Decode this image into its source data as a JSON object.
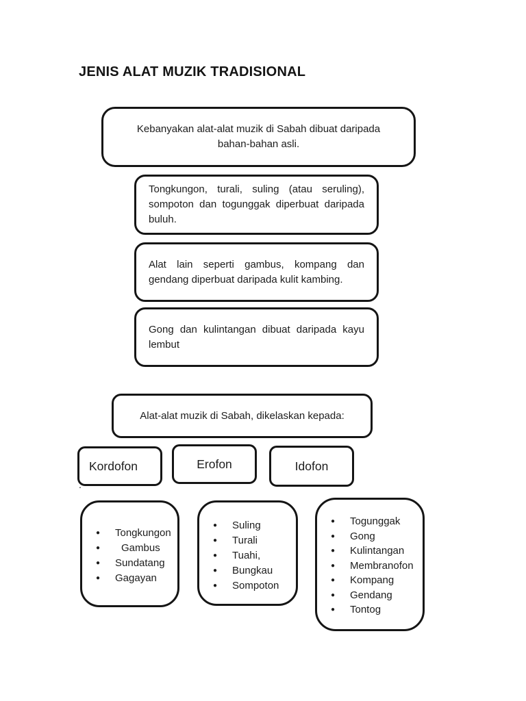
{
  "page": {
    "title": "JENIS ALAT MUZIK TRADISIONAL"
  },
  "flow": {
    "intro": "Kebanyakan alat-alat muzik di Sabah dibuat daripada bahan-bahan asli.",
    "materials": [
      "Tongkungon, turali, suling (atau seruling), sompoton dan togunggak diperbuat daripada buluh.",
      "Alat lain seperti gambus, kompang dan gendang diperbuat daripada kulit kambing.",
      "Gong dan kulintangan dibuat daripada kayu lembut"
    ],
    "classification": "Alat-alat muzik di Sabah, dikelaskan kepada:"
  },
  "categories": [
    {
      "label": "Kordofon",
      "items": [
        "Tongkungon",
        "Gambus",
        "Sundatang",
        "Gagayan"
      ]
    },
    {
      "label": "Erofon",
      "items": [
        "Suling",
        "Turali",
        "Tuahi,",
        "Bungkau",
        "Sompoton"
      ]
    },
    {
      "label": "Idofon",
      "items": [
        "Togunggak",
        "Gong",
        "Kulintangan",
        "Membranofon",
        "Kompang",
        "Gendang",
        "Tontog"
      ]
    }
  ],
  "stray_mark": ".",
  "icons": {
    "bullet": "●"
  },
  "colors": {
    "ink": "#1c1c1c",
    "border": "#151515",
    "background": "#ffffff"
  }
}
